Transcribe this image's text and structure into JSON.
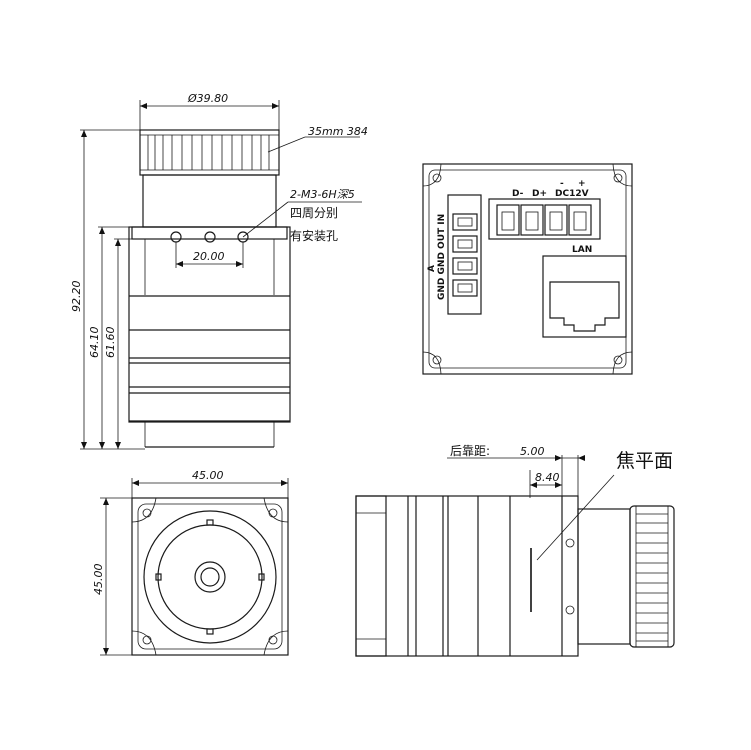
{
  "top_view": {
    "lens_diameter": "Ø39.80",
    "lens_label": "35mm 384",
    "hole_spec": "2-M3-6H深5",
    "hole_note_1": "四周分别",
    "hole_note_2": "有安装孔",
    "hole_spacing": "20.00",
    "overall_height": "92.20",
    "body_height_1": "64.10",
    "body_height_2": "61.60"
  },
  "rear_panel": {
    "power_minus": "D-",
    "power_plus": "D+",
    "dc_sign_minus": "-",
    "dc_sign_plus": "+",
    "dc_label": "DC12V",
    "io_label": "GND GND OUT IN",
    "io_label_a": "A",
    "lan_label": "LAN"
  },
  "front_view": {
    "width": "45.00",
    "height": "45.00"
  },
  "side_view": {
    "back_focus_label": "后靠距:",
    "back_focus_value": "5.00",
    "flange_distance": "8.40",
    "focal_plane_label": "焦平面"
  }
}
